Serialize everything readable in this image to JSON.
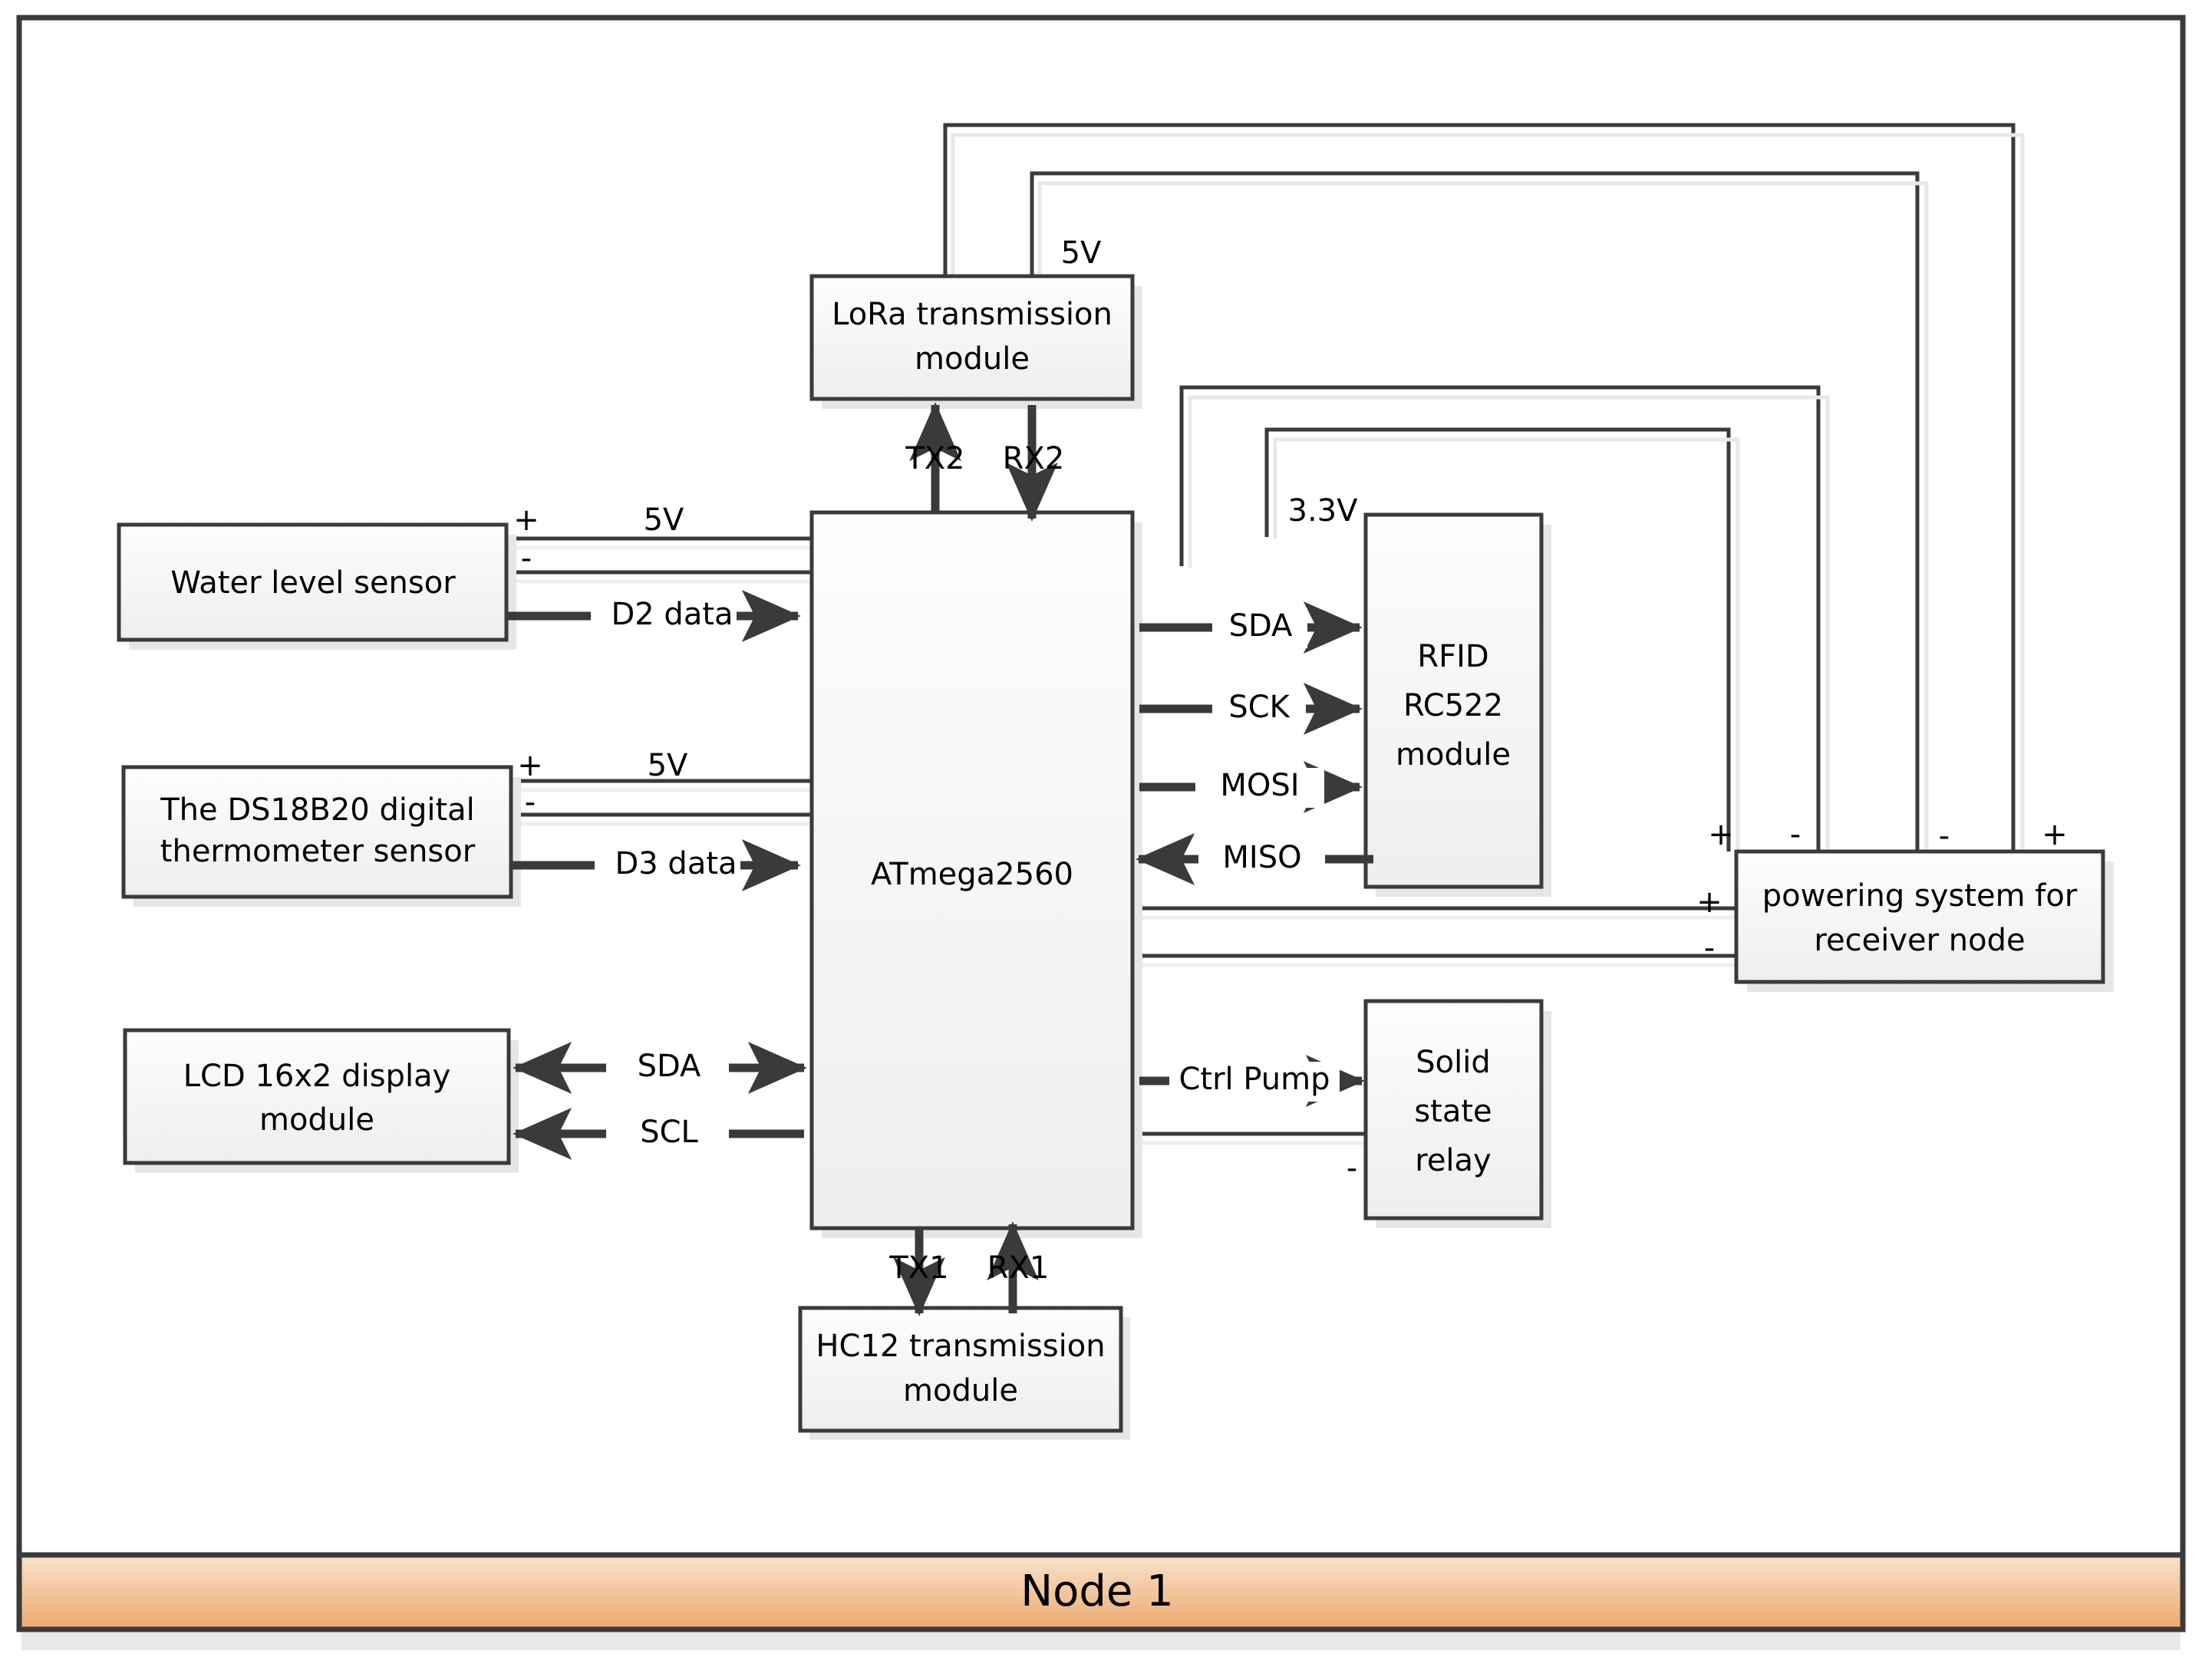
{
  "diagram": {
    "title_banner": "Node 1",
    "blocks": [
      {
        "id": "water-level-sensor",
        "label": "Water level sensor",
        "lines": [
          "Water level sensor"
        ]
      },
      {
        "id": "ds18b20-sensor",
        "label": "The DS18B20 digital thermometer sensor",
        "lines": [
          "The DS18B20 digital",
          "thermometer sensor"
        ]
      },
      {
        "id": "lcd-display-module",
        "label": "LCD 16x2 display module",
        "lines": [
          "LCD 16x2 display",
          "module"
        ]
      },
      {
        "id": "atmega2560",
        "label": "ATmega2560",
        "lines": [
          "ATmega2560"
        ]
      },
      {
        "id": "lora-transmission-module",
        "label": "LoRa transmission module",
        "lines": [
          "LoRa transmission",
          "module"
        ]
      },
      {
        "id": "hc12-transmission-module",
        "label": "HC12 transmission module",
        "lines": [
          "HC12 transmission",
          "module"
        ]
      },
      {
        "id": "rfid-rc522-module",
        "label": "RFID RC522 module",
        "lines": [
          "RFID",
          "RC522",
          "module"
        ]
      },
      {
        "id": "solid-state-relay",
        "label": "Solid state relay",
        "lines": [
          "Solid",
          "state",
          "relay"
        ]
      },
      {
        "id": "powering-system-receiver-node",
        "label": "powering system for receiver node",
        "lines": [
          "powering system for",
          "receiver node"
        ]
      }
    ],
    "signal_labels": [
      {
        "id": "water-5v",
        "text": "5V"
      },
      {
        "id": "water-plus",
        "text": "+"
      },
      {
        "id": "water-minus",
        "text": "-"
      },
      {
        "id": "d2-data",
        "text": "D2 data"
      },
      {
        "id": "ds-5v",
        "text": "5V"
      },
      {
        "id": "ds-plus",
        "text": "+"
      },
      {
        "id": "ds-minus",
        "text": "-"
      },
      {
        "id": "d3-data",
        "text": "D3 data"
      },
      {
        "id": "lcd-sda",
        "text": "SDA"
      },
      {
        "id": "lcd-scl",
        "text": "SCL"
      },
      {
        "id": "tx2",
        "text": "TX2"
      },
      {
        "id": "rx2",
        "text": "RX2"
      },
      {
        "id": "tx1",
        "text": "TX1"
      },
      {
        "id": "rx1",
        "text": "RX1"
      },
      {
        "id": "lora-5v",
        "text": "5V"
      },
      {
        "id": "rfid-33v",
        "text": "3.3V"
      },
      {
        "id": "rfid-sda",
        "text": "SDA"
      },
      {
        "id": "rfid-sck",
        "text": "SCK"
      },
      {
        "id": "rfid-mosi",
        "text": "MOSI"
      },
      {
        "id": "rfid-miso",
        "text": "MISO"
      },
      {
        "id": "ctrl-pump",
        "text": "Ctrl Pump"
      },
      {
        "id": "relay-minus",
        "text": "-"
      },
      {
        "id": "power-in-plus",
        "text": "+"
      },
      {
        "id": "power-in-minus",
        "text": "-"
      },
      {
        "id": "power-top-plus-1",
        "text": "+"
      },
      {
        "id": "power-top-minus-1",
        "text": "-"
      },
      {
        "id": "power-top-minus-2",
        "text": "-"
      },
      {
        "id": "power-top-plus-2",
        "text": "+"
      }
    ],
    "colors": {
      "stroke": "#3a3a3a",
      "block_fill_top": "#fcfcfc",
      "block_fill_bottom": "#f0f0f0",
      "shadow": "#e6e6e6",
      "banner_top": "#f7dcc3",
      "banner_bottom": "#eda96d",
      "background": "#ffffff"
    }
  }
}
